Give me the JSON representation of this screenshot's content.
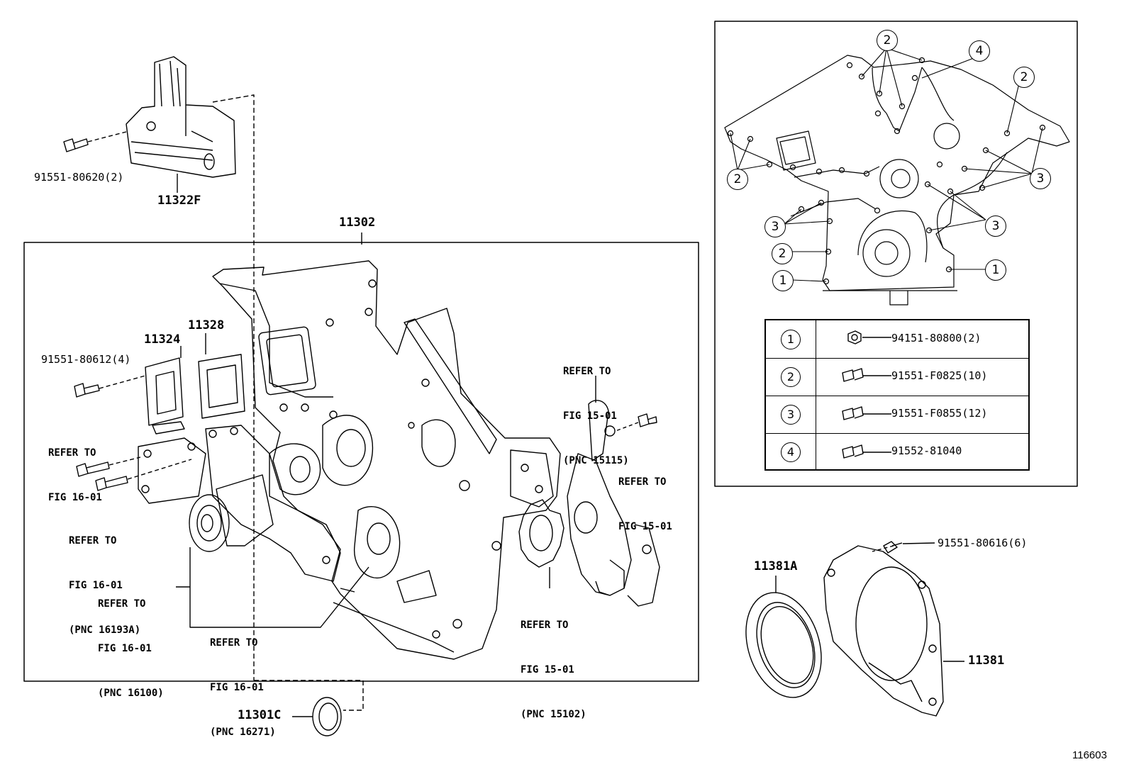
{
  "parts": {
    "p11322f": "11322F",
    "p91551_80620": "91551-80620(2)",
    "p11302": "11302",
    "p11324": "11324",
    "p11328": "11328",
    "p91551_80612": "91551-80612(4)",
    "p11301c": "11301C",
    "p11381a": "11381A",
    "p11381": "11381",
    "p91551_80616": "91551-80616(6)"
  },
  "refs": {
    "fig16_01_a": [
      "REFER TO",
      "FIG 16-01"
    ],
    "fig16_01_b": [
      "REFER TO",
      "FIG 16-01",
      "(PNC 16193A)"
    ],
    "fig16_01_c": [
      "REFER TO",
      "FIG 16-01",
      "(PNC 16100)"
    ],
    "fig16_01_d": [
      "REFER TO",
      "FIG 16-01",
      "(PNC 16271)"
    ],
    "fig15_01_a": [
      "REFER TO",
      "FIG 15-01",
      "(PNC 15115)"
    ],
    "fig15_01_b": [
      "REFER TO",
      "FIG 15-01"
    ],
    "fig15_01_c": [
      "REFER TO",
      "FIG 15-01",
      "(PNC 15102)"
    ]
  },
  "callouts": {
    "c1": "1",
    "c2": "2",
    "c3": "3",
    "c4": "4"
  },
  "legend": [
    {
      "num": "1",
      "part": "94151-80800(2)",
      "icon": "nut-icon"
    },
    {
      "num": "2",
      "part": "91551-F0825(10)",
      "icon": "bolt-icon"
    },
    {
      "num": "3",
      "part": "91551-F0855(12)",
      "icon": "bolt-icon"
    },
    {
      "num": "4",
      "part": "91552-81040",
      "icon": "bolt-icon"
    }
  ],
  "illustration_id": "116603"
}
